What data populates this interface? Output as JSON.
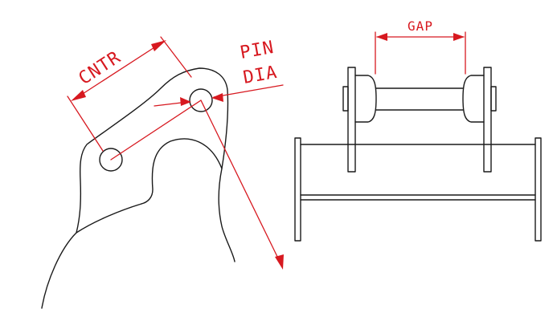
{
  "labels": {
    "center_distance": "CNTR",
    "pin_diameter_line1": "PIN",
    "pin_diameter_line2": "DIA",
    "gap": "GAP"
  },
  "colors": {
    "dimension": "#d71920",
    "outline": "#1a1a1a",
    "background": "#ffffff"
  }
}
